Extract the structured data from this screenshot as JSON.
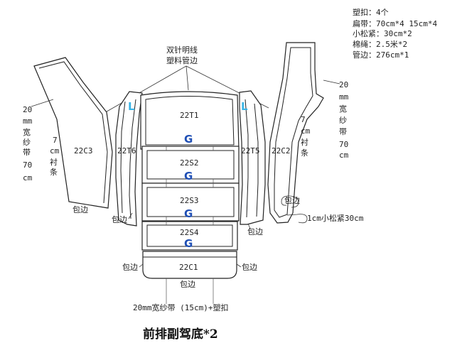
{
  "materials": [
    "塑扣：4个",
    "扁带：70cm*4  15cm*4",
    "小松紧：30cm*2",
    "棉绳：2.5米*2",
    "管边：276cm*1"
  ],
  "top_annotation": [
    "双针明线",
    "塑料管边"
  ],
  "pieces": {
    "t1": "22T1",
    "s2": "22S2",
    "s3": "22S3",
    "s4": "22S4",
    "c1": "22C1",
    "c2": "22C2",
    "c3": "22C3",
    "t5": "22T5",
    "t6": "22T6"
  },
  "grain_marks": [
    "G",
    "G",
    "G",
    "G"
  ],
  "l_marks": [
    "L",
    "L"
  ],
  "left_gauze": [
    "20",
    "mm",
    "宽",
    "纱",
    "带",
    "70",
    "cm"
  ],
  "right_gauze": [
    "20",
    "mm",
    "宽",
    "纱",
    "带",
    "70",
    "cm"
  ],
  "left_lining": [
    "7",
    "cm",
    "衬",
    "条"
  ],
  "right_lining": [
    "7",
    "cm",
    "衬",
    "条"
  ],
  "binding": {
    "left_c3": "包边",
    "left_t6": "包边",
    "right_t5": "包边",
    "right_c2": "包边",
    "c1_left": "包边",
    "c1_right": "包边",
    "c1_bottom": "包边"
  },
  "elastic_note": "1cm小松紧30cm",
  "bottom_note": "20mm宽纱带 (15cm)+塑扣",
  "title": "前排副驾底*2"
}
